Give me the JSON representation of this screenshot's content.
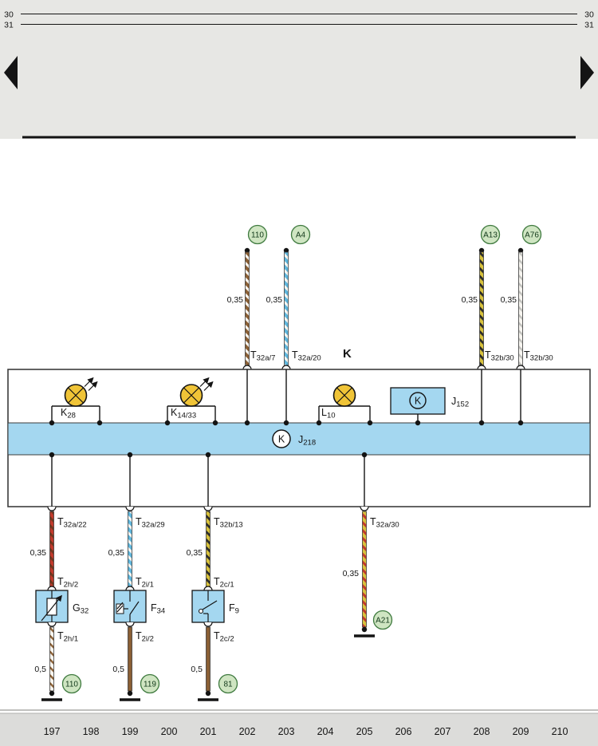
{
  "colors": {
    "panel_gray": "#e7e7e4",
    "trackbar_gray": "#dcdcda",
    "band_blue": "#a4d7f0",
    "box_blue": "#a4d7f0",
    "lamp_yellow": "#f0c437",
    "connector_green_fill": "#cfe5c2",
    "connector_green_stroke": "#3f7a3f",
    "wire_brown": "#8a5f35",
    "wire_white": "#f7f5f0",
    "wire_blue": "#5fb6dc",
    "wire_yellow": "#d8c23c",
    "wire_black": "#2b2b2b",
    "wire_red": "#c23a2c",
    "wire_darkred": "#70381f",
    "wire_gray": "#c2c2be"
  },
  "nav": {
    "prev_icon": "left-arrow",
    "next_icon": "right-arrow"
  },
  "top_panel": {
    "rail30": "30",
    "rail31": "31"
  },
  "top_connectors": {
    "c110": "110",
    "a4": "A4",
    "a13": "A13",
    "a76": "A76"
  },
  "top_wires": {
    "w1": {
      "gauge": "0,35",
      "t": "T",
      "ts": "32a/7"
    },
    "w2": {
      "gauge": "0,35",
      "t": "T",
      "ts": "32a/20"
    },
    "w3": {
      "gauge": "0,35",
      "t": "T",
      "ts": "32b/30"
    },
    "w4": {
      "gauge": "0,35",
      "t": "T",
      "ts": "32b/30"
    }
  },
  "k_plug": "K",
  "cluster": {
    "k28": {
      "m": "K",
      "s": "28"
    },
    "k1433": {
      "m": "K",
      "s": "14/33"
    },
    "l10": {
      "m": "L",
      "s": "10"
    },
    "j152": {
      "m": "J",
      "s": "152",
      "k": "K"
    },
    "j218": {
      "m": "J",
      "s": "218",
      "k": "K"
    }
  },
  "branches": {
    "b1": {
      "t": "T",
      "ts": "32a/22",
      "gauge": "0,35",
      "ct": "T",
      "cts": "2h/2",
      "comp": "G",
      "comps": "32",
      "cb": "T",
      "cbs": "2h/1",
      "gauge2": "0,5",
      "conn": "110"
    },
    "b2": {
      "t": "T",
      "ts": "32a/29",
      "gauge": "0,35",
      "ct": "T",
      "cts": "2i/1",
      "comp": "F",
      "comps": "34",
      "cb": "T",
      "cbs": "2i/2",
      "gauge2": "0,5",
      "conn": "119"
    },
    "b3": {
      "t": "T",
      "ts": "32b/13",
      "gauge": "0,35",
      "ct": "T",
      "cts": "2c/1",
      "comp": "F",
      "comps": "9",
      "cb": "T",
      "cbs": "2c/2",
      "gauge2": "0,5",
      "conn": "81"
    },
    "b4": {
      "t": "T",
      "ts": "32a/30",
      "gauge": "0,35",
      "conn": "A21"
    }
  },
  "tracks": [
    "197",
    "198",
    "199",
    "200",
    "201",
    "202",
    "203",
    "204",
    "205",
    "206",
    "207",
    "208",
    "209",
    "210"
  ]
}
